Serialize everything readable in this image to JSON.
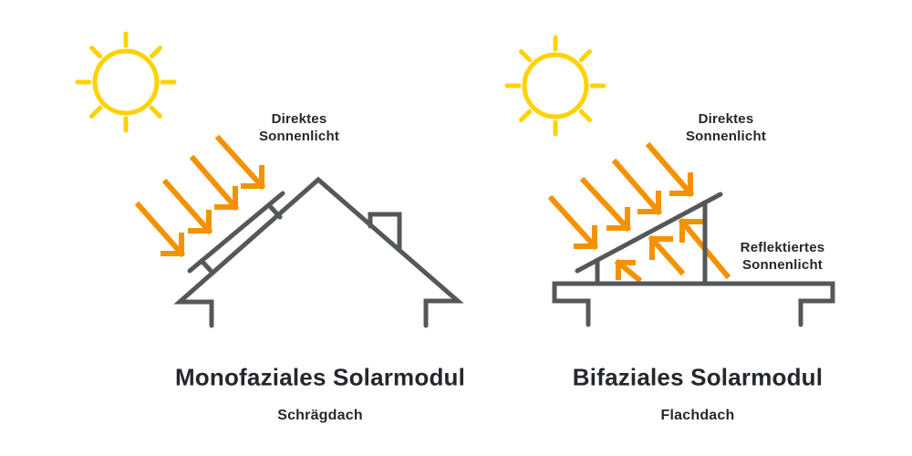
{
  "colors": {
    "sun_yellow": "#FFD200",
    "arrow_orange": "#F39200",
    "structure_gray": "#54585A",
    "text_dark": "#24272C",
    "background": "#FFFFFF"
  },
  "icons": {
    "sun": "sun-icon",
    "direct_arrows": "direct-sunlight-arrows-icon",
    "reflected_arrows": "reflected-sunlight-arrows-icon",
    "pitched_roof_house": "pitched-roof-house-with-solar-panel-icon",
    "flat_roof_building": "flat-roof-with-tilted-bifacial-panel-icon"
  },
  "left": {
    "direct_label": "Direktes\nSonnenlicht",
    "title": "Monofaziales Solarmodul",
    "subtitle": "Schrägdach"
  },
  "right": {
    "direct_label": "Direktes\nSonnenlicht",
    "reflected_label": "Reflektiertes\nSonnenlicht",
    "title": "Bifaziales Solarmodul",
    "subtitle": "Flachdach"
  }
}
